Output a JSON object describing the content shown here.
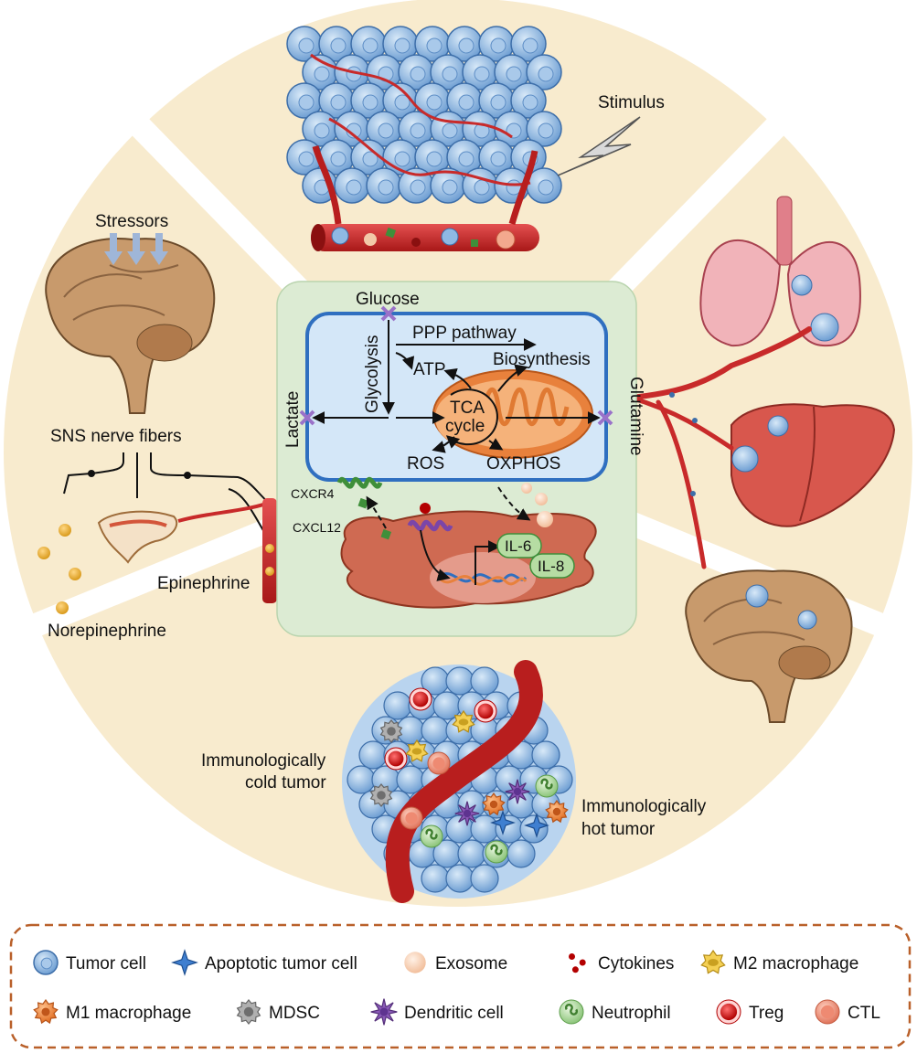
{
  "labels": {
    "stimulus": "Stimulus",
    "stressors": "Stressors",
    "sns_nerve_fibers": "SNS nerve fibers",
    "epinephrine": "Epinephrine",
    "norepinephrine": "Norepinephrine",
    "glucose": "Glucose",
    "glycolysis": "Glycolysis",
    "ppp_pathway": "PPP pathway",
    "atp": "ATP",
    "biosynthesis": "Biosynthesis",
    "lactate": "Lactate",
    "glutamine": "Glutamine",
    "tca_line1": "TCA",
    "tca_line2": "cycle",
    "ros": "ROS",
    "oxphos": "OXPHOS",
    "cxcr4": "CXCR4",
    "cxcl12": "CXCL12",
    "il6": "IL-6",
    "il8": "IL-8",
    "cold_line1": "Immunologically",
    "cold_line2": "cold tumor",
    "hot_line1": "Immunologically",
    "hot_line2": "hot tumor"
  },
  "legend": {
    "items": [
      {
        "label": "Tumor cell",
        "icon": "tumor-cell-icon"
      },
      {
        "label": "Apoptotic tumor cell",
        "icon": "apoptotic-tumor-cell-icon"
      },
      {
        "label": "Exosome",
        "icon": "exosome-icon"
      },
      {
        "label": "Cytokines",
        "icon": "cytokines-icon"
      },
      {
        "label": "M2 macrophage",
        "icon": "m2-macrophage-icon"
      },
      {
        "label": "M1 macrophage",
        "icon": "m1-macrophage-icon"
      },
      {
        "label": "MDSC",
        "icon": "mdsc-icon"
      },
      {
        "label": "Dendritic cell",
        "icon": "dendritic-cell-icon"
      },
      {
        "label": "Neutrophil",
        "icon": "neutrophil-icon"
      },
      {
        "label": "Treg",
        "icon": "treg-icon"
      },
      {
        "label": "CTL",
        "icon": "ctl-icon"
      }
    ]
  },
  "colors": {
    "background_disc": "#f8ebce",
    "center_panel": "#dcebd3",
    "cell_membrane": "#2f6fc0",
    "cell_fill": "#d4e7f8",
    "mitochondrion": "#e8813c",
    "stromal_cell": "#cf6a52",
    "vessel": "#c82a2a",
    "tumor_cell": "#8fb9e3",
    "legend_border": "#b9602a"
  }
}
